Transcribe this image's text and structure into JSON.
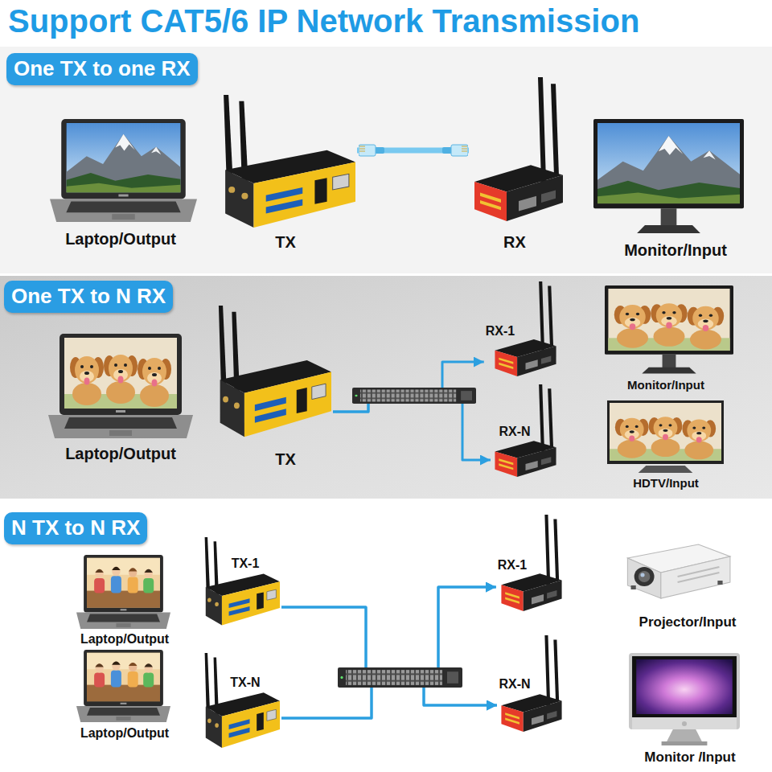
{
  "diagram": {
    "title": "Support CAT5/6 IP Network Transmission",
    "nodes": [
      {
        "text": [
          "One TX to one RX"
        ]
      },
      {
        "text": [
          "Laptop/Output"
        ],
        "in": 0
      },
      {
        "text": [
          "TX"
        ],
        "in": 0
      },
      {
        "text": [
          "RX"
        ],
        "in": 0
      },
      {
        "text": [
          "Monitor/Input"
        ],
        "in": 0
      },
      {
        "text": [
          "One TX to N RX"
        ]
      },
      {
        "text": [
          "Laptop/Output"
        ],
        "in": 5
      },
      {
        "text": [
          "TX"
        ],
        "in": 5
      },
      {
        "text": [
          "RX-1"
        ],
        "in": 5
      },
      {
        "text": [
          "Monitor/Input"
        ],
        "in": 5
      },
      {
        "text": [
          "RX-N"
        ],
        "in": 5
      },
      {
        "text": [
          "HDTV/Input"
        ],
        "in": 5
      },
      {
        "text": [
          "N TX to N RX"
        ]
      },
      {
        "text": [
          "Laptop/Output"
        ],
        "in": 12
      },
      {
        "text": [
          "TX-1"
        ],
        "in": 12
      },
      {
        "text": [
          "RX-1"
        ],
        "in": 12
      },
      {
        "text": [
          "Projector/Input"
        ],
        "in": 12
      },
      {
        "text": [
          "Laptop/Output"
        ],
        "in": 12
      },
      {
        "text": [
          "TX-N"
        ],
        "in": 12
      },
      {
        "text": [
          "RX-N"
        ],
        "in": 12
      },
      {
        "text": [
          "Monitor /Input"
        ],
        "in": 12
      }
    ],
    "edges": [
      {
        "from": 2,
        "to": 3,
        "arrow": "none"
      },
      {
        "from": 7,
        "to": 8,
        "arrow": "to"
      },
      {
        "from": 7,
        "to": 10,
        "arrow": "to"
      },
      {
        "from": 14,
        "to": 15,
        "arrow": "to"
      },
      {
        "from": 14,
        "to": 19,
        "arrow": "to"
      },
      {
        "from": 18,
        "to": 15,
        "arrow": "to"
      },
      {
        "from": 18,
        "to": 19,
        "arrow": "to"
      }
    ]
  }
}
